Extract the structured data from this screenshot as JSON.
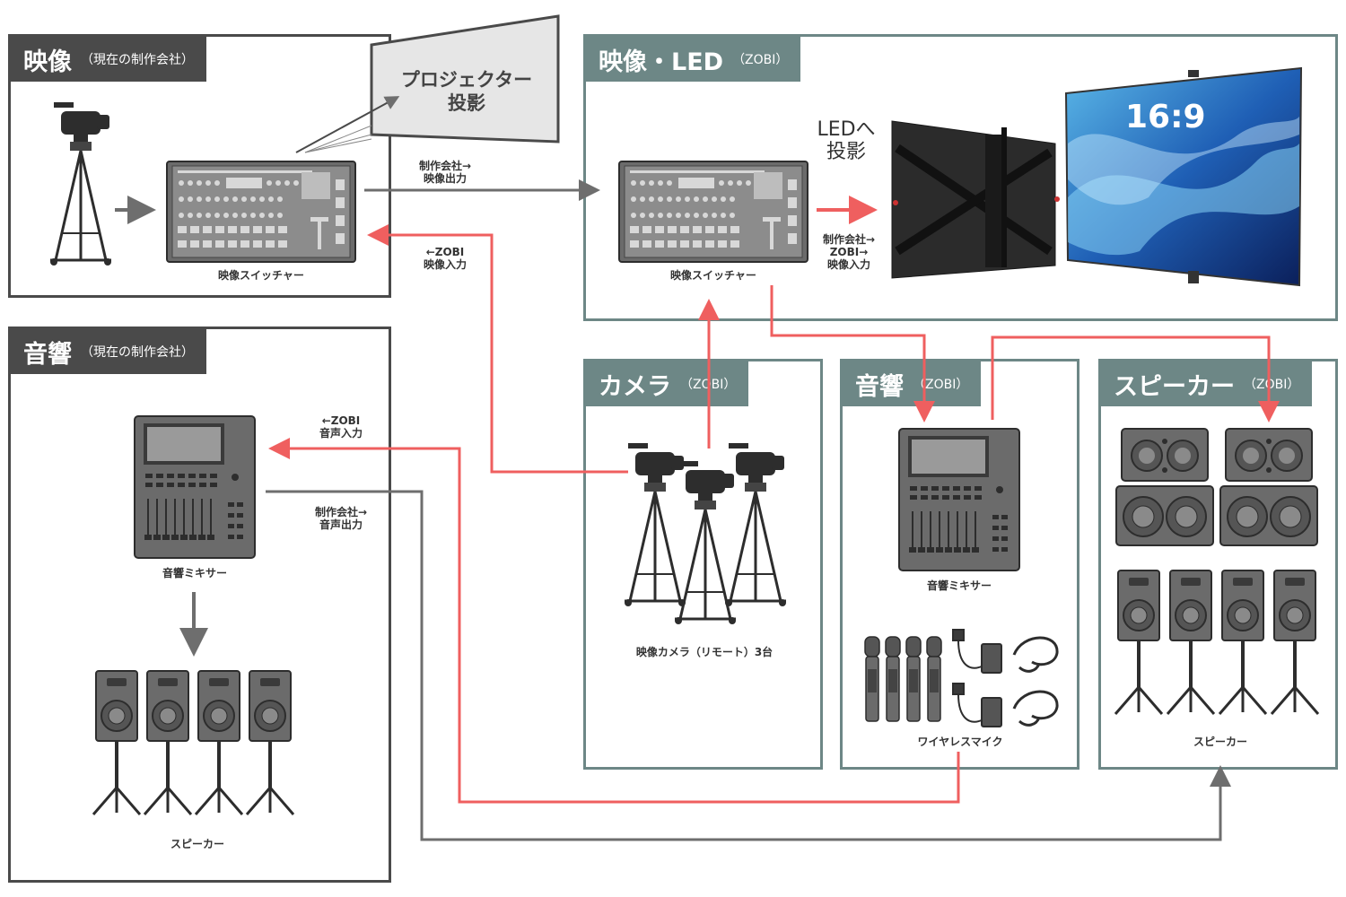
{
  "sections": {
    "video_current": {
      "title": "映像",
      "subtitle": "（現在の制作会社）"
    },
    "audio_current": {
      "title": "音響",
      "subtitle": "（現在の制作会社）"
    },
    "video_led": {
      "title": "映像・LED",
      "subtitle": "（ZOBI）"
    },
    "camera": {
      "title": "カメラ",
      "subtitle": "（ZOBI）"
    },
    "audio_zobi": {
      "title": "音響",
      "subtitle": "（ZOBI）"
    },
    "speaker": {
      "title": "スピーカー",
      "subtitle": "（ZOBI）"
    }
  },
  "labels": {
    "projector_line1": "プロジェクター",
    "projector_line2": "投影",
    "switcher_current": "映像スイッチャー",
    "switcher_zobi": "映像スイッチャー",
    "led_line1": "LEDへ",
    "led_line2": "投影",
    "ratio": "16:9",
    "mixer_current": "音響ミキサー",
    "mixer_zobi": "音響ミキサー",
    "speakers_current": "スピーカー",
    "speakers_zobi": "スピーカー",
    "cameras": "映像カメラ（リモート）3台",
    "wireless_mic": "ワイヤレスマイク"
  },
  "flows": {
    "video_out_1": "制作会社→",
    "video_out_2": "映像出力",
    "video_in_1": "←ZOBI",
    "video_in_2": "映像入力",
    "led_in_1": "制作会社→",
    "led_in_2": "ZOBI→",
    "led_in_3": "映像入力",
    "audio_in_1": "←ZOBI",
    "audio_in_2": "音声入力",
    "audio_out_1": "制作会社→",
    "audio_out_2": "音声出力"
  },
  "colors": {
    "dark": "#4a4a4a",
    "teal": "#6d8786",
    "red_line": "#ef5f5f",
    "gray_line": "#6e6e6e"
  }
}
